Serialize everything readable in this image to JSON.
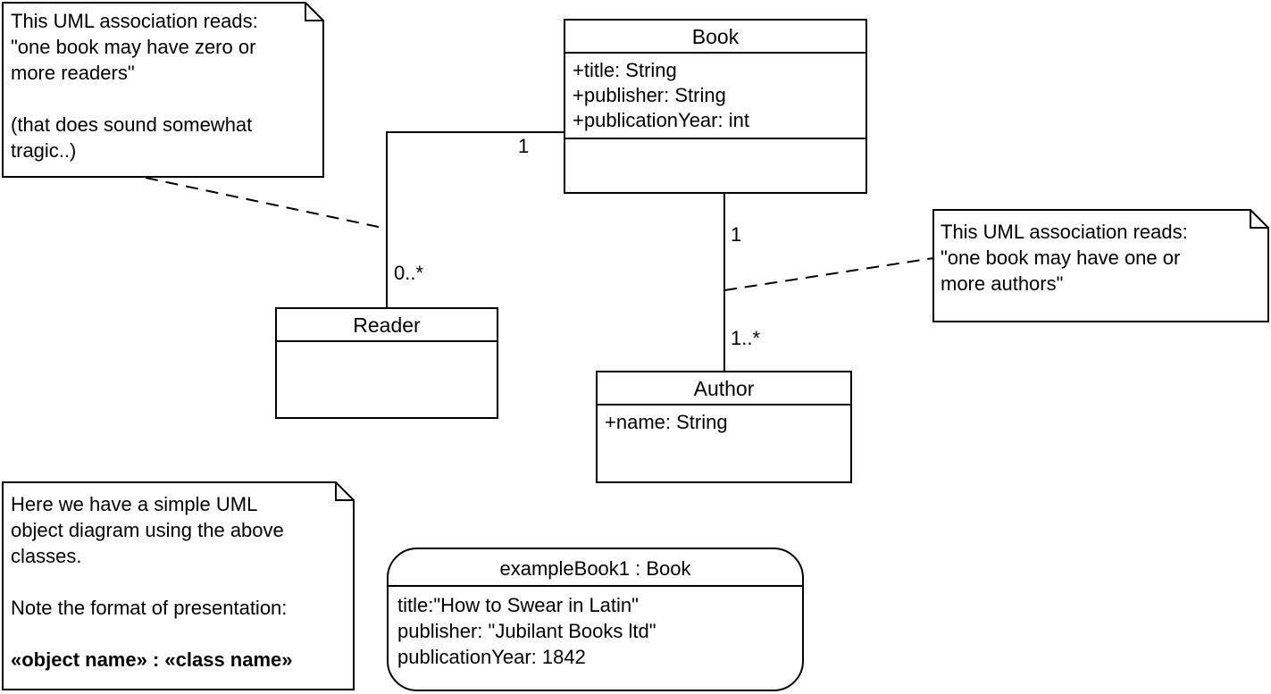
{
  "classes": {
    "book": {
      "name": "Book",
      "attributes": [
        "+title: String",
        "+publisher: String",
        "+publicationYear: int"
      ]
    },
    "reader": {
      "name": "Reader"
    },
    "author": {
      "name": "Author",
      "attributes": [
        "+name: String"
      ]
    }
  },
  "object": {
    "title": "exampleBook1 : Book",
    "attributes": [
      "title:\"How to Swear in Latin\"",
      "publisher: \"Jubilant Books ltd\"",
      "publicationYear: 1842"
    ]
  },
  "associations": {
    "book_reader": {
      "book_end": "1",
      "reader_end": "0..*"
    },
    "book_author": {
      "book_end": "1",
      "author_end": "1..*"
    }
  },
  "notes": {
    "reader_note": {
      "lines": [
        "This UML association reads:",
        "\"one book may have zero or",
        "more readers\"",
        "",
        "(that does sound somewhat",
        "tragic..)"
      ]
    },
    "author_note": {
      "lines": [
        "This UML association reads:",
        "\"one book may have one or",
        "more authors\""
      ]
    },
    "object_note": {
      "lines": [
        "Here we have a simple UML",
        "object diagram using the above",
        "classes.",
        "",
        "Note the format of presentation:"
      ],
      "bold_line": "«object name» : «class name»"
    }
  }
}
